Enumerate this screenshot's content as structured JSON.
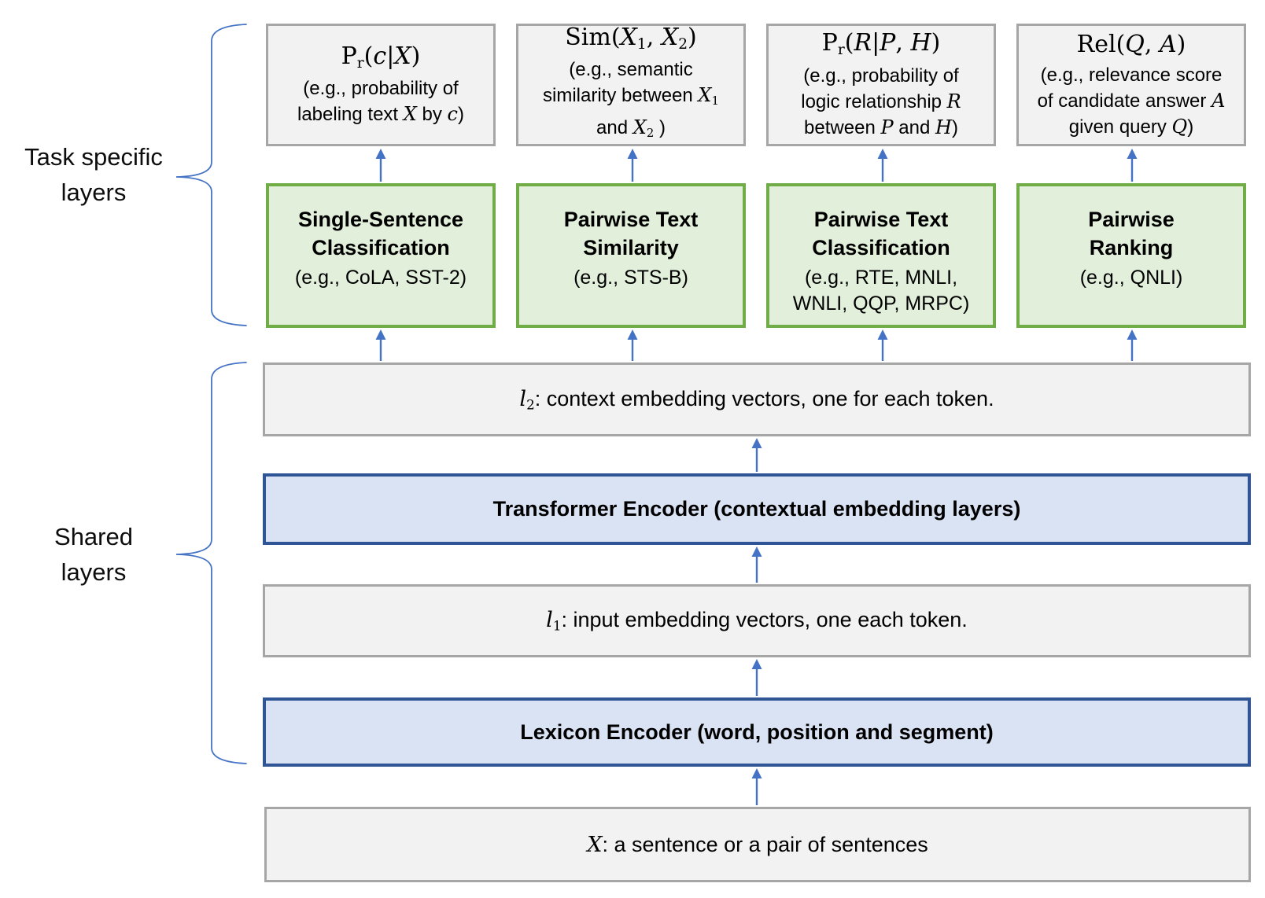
{
  "side_labels": {
    "task_specific": "Task specific\nlayers",
    "shared": "Shared\nlayers"
  },
  "colors": {
    "accent_blue": "#4472C4",
    "box_gray_fill": "#F2F2F2",
    "box_gray_border": "#A6A6A6",
    "green_fill": "#E2EFDA",
    "green_border": "#70AD47",
    "bar_blue_fill": "#DAE3F3",
    "bar_blue_border": "#2F5597"
  },
  "task_outputs": [
    {
      "formula": [
        {
          "t": "P",
          "s": "up"
        },
        {
          "t": "r",
          "s": "sub"
        },
        {
          "t": "(",
          "s": "up"
        },
        {
          "t": "c",
          "s": "it"
        },
        {
          "t": "|",
          "s": "up"
        },
        {
          "t": "X",
          "s": "it"
        },
        {
          "t": ")",
          "s": "up"
        }
      ],
      "desc_lines": [
        [
          {
            "t": "(e.g., probability of",
            "s": "plain"
          }
        ],
        [
          {
            "t": "labeling text ",
            "s": "plain"
          },
          {
            "t": "X",
            "s": "it"
          },
          {
            "t": " by ",
            "s": "plain"
          },
          {
            "t": "c",
            "s": "it"
          },
          {
            "t": ")",
            "s": "plain"
          }
        ]
      ]
    },
    {
      "formula": [
        {
          "t": "Sim",
          "s": "up"
        },
        {
          "t": "(",
          "s": "up"
        },
        {
          "t": "X",
          "s": "it"
        },
        {
          "t": "1",
          "s": "sub"
        },
        {
          "t": ", ",
          "s": "up"
        },
        {
          "t": "X",
          "s": "it"
        },
        {
          "t": "2",
          "s": "sub"
        },
        {
          "t": ")",
          "s": "up"
        }
      ],
      "desc_lines": [
        [
          {
            "t": "(e.g., semantic",
            "s": "plain"
          }
        ],
        [
          {
            "t": "similarity between ",
            "s": "plain"
          },
          {
            "t": "X",
            "s": "it"
          },
          {
            "t": "1",
            "s": "sub"
          }
        ],
        [
          {
            "t": "and ",
            "s": "plain"
          },
          {
            "t": "X",
            "s": "it"
          },
          {
            "t": "2",
            "s": "sub"
          },
          {
            "t": " )",
            "s": "plain"
          }
        ]
      ]
    },
    {
      "formula": [
        {
          "t": "P",
          "s": "up"
        },
        {
          "t": "r",
          "s": "sub"
        },
        {
          "t": "(",
          "s": "up"
        },
        {
          "t": "R",
          "s": "it"
        },
        {
          "t": "|",
          "s": "up"
        },
        {
          "t": "P",
          "s": "it"
        },
        {
          "t": ", ",
          "s": "up"
        },
        {
          "t": "H",
          "s": "it"
        },
        {
          "t": ")",
          "s": "up"
        }
      ],
      "desc_lines": [
        [
          {
            "t": "(e.g., probability of",
            "s": "plain"
          }
        ],
        [
          {
            "t": "logic relationship ",
            "s": "plain"
          },
          {
            "t": "R",
            "s": "it"
          }
        ],
        [
          {
            "t": "between ",
            "s": "plain"
          },
          {
            "t": "P",
            "s": "it"
          },
          {
            "t": " and ",
            "s": "plain"
          },
          {
            "t": "H",
            "s": "it"
          },
          {
            "t": ")",
            "s": "plain"
          }
        ]
      ]
    },
    {
      "formula": [
        {
          "t": "Rel",
          "s": "up"
        },
        {
          "t": "(",
          "s": "up"
        },
        {
          "t": "Q",
          "s": "it"
        },
        {
          "t": ", ",
          "s": "up"
        },
        {
          "t": "A",
          "s": "it"
        },
        {
          "t": ")",
          "s": "up"
        }
      ],
      "desc_lines": [
        [
          {
            "t": "(e.g., relevance score",
            "s": "plain"
          }
        ],
        [
          {
            "t": "of candidate answer ",
            "s": "plain"
          },
          {
            "t": "A",
            "s": "it"
          }
        ],
        [
          {
            "t": "given query ",
            "s": "plain"
          },
          {
            "t": "Q",
            "s": "it"
          },
          {
            "t": ")",
            "s": "plain"
          }
        ]
      ]
    }
  ],
  "task_heads": [
    {
      "title_lines": [
        "Single-Sentence",
        "Classification"
      ],
      "example_lines": [
        "(e.g., CoLA, SST-2)"
      ]
    },
    {
      "title_lines": [
        "Pairwise Text",
        "Similarity"
      ],
      "example_lines": [
        "(e.g., STS-B)"
      ]
    },
    {
      "title_lines": [
        "Pairwise Text",
        "Classification"
      ],
      "example_lines": [
        "(e.g., RTE, MNLI,",
        "WNLI, QQP, MRPC)"
      ]
    },
    {
      "title_lines": [
        "Pairwise",
        "Ranking"
      ],
      "example_lines": [
        "(e.g., QNLI)"
      ]
    }
  ],
  "shared_stack": {
    "l2_label": [
      {
        "t": "l",
        "s": "it"
      },
      {
        "t": "2",
        "s": "sub"
      },
      {
        "t": ": context embedding vectors, one for each token.",
        "s": "plain"
      }
    ],
    "transformer_label": "Transformer Encoder (contextual embedding layers)",
    "l1_label": [
      {
        "t": "l",
        "s": "it"
      },
      {
        "t": "1",
        "s": "sub"
      },
      {
        "t": ": input embedding vectors, one each token.",
        "s": "plain"
      }
    ],
    "lexicon_label": "Lexicon Encoder (word, position and segment)",
    "input_label": [
      {
        "t": "X",
        "s": "it"
      },
      {
        "t": ": a sentence or a pair of sentences",
        "s": "plain"
      }
    ]
  }
}
